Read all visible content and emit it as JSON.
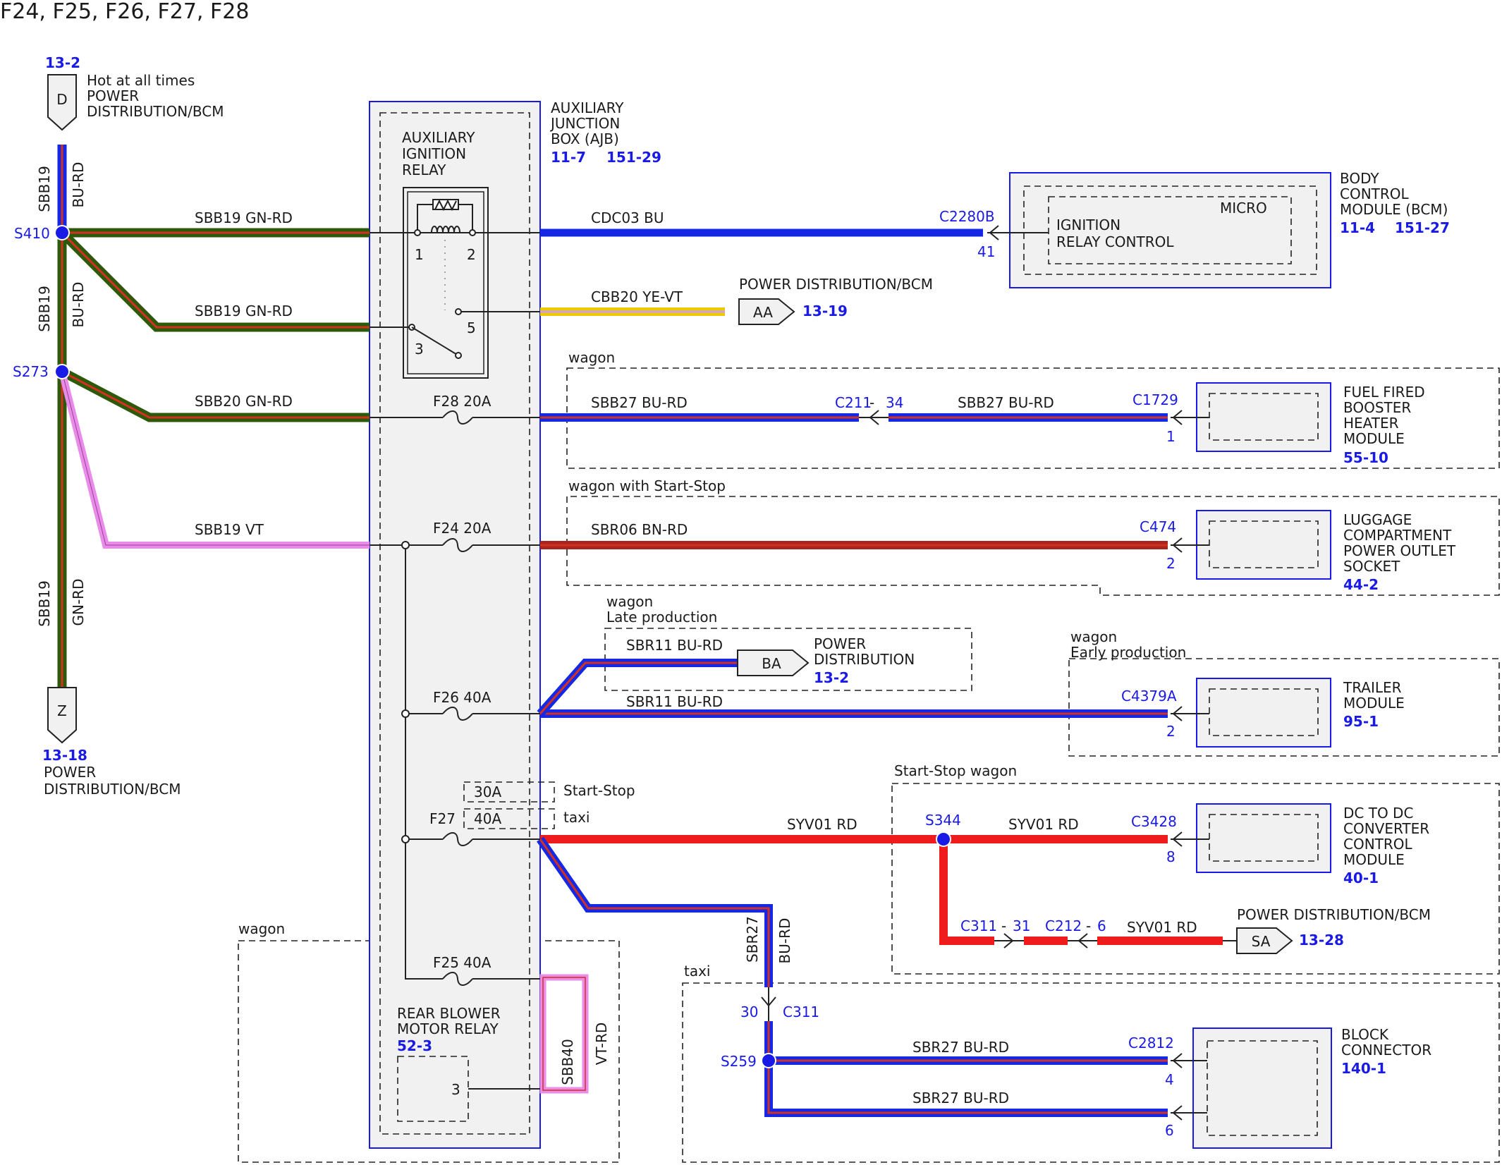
{
  "title": "F24, F25, F26, F27, F28",
  "colors": {
    "wire_blue": "#1428e6",
    "wire_green": "#2d5a0a",
    "wire_stripe_red": "#d23020",
    "wire_violet": "#e98be8",
    "wire_yellow": "#f0c800",
    "wire_red": "#ee1c1c",
    "wire_brown": "#a9241f",
    "ref_blue": "#1a1ae6",
    "box_fill": "#f1f1f1"
  },
  "connectors": {
    "d": {
      "ref": "13-2",
      "pin": "D",
      "desc1": "Hot at all times",
      "desc2": "POWER",
      "desc3": "DISTRIBUTION/BCM"
    },
    "z": {
      "ref": "13-18",
      "pin": "Z",
      "desc1": "POWER",
      "desc2": "DISTRIBUTION/BCM"
    },
    "aa": {
      "pin": "AA",
      "label": "POWER DISTRIBUTION/BCM",
      "ref": "13-19"
    },
    "ba": {
      "pin": "BA",
      "label1": "POWER",
      "label2": "DISTRIBUTION",
      "ref": "13-2"
    },
    "sa": {
      "pin": "SA",
      "label": "POWER DISTRIBUTION/BCM",
      "ref": "13-28"
    }
  },
  "splices": {
    "s410": "S410",
    "s273": "S273",
    "s344": "S344",
    "s259": "S259"
  },
  "wires": {
    "v1_circuit": "SBB19",
    "v1_color": "BU-RD",
    "v2_circuit": "SBB19",
    "v2_color": "BU-RD",
    "v3_circuit": "SBB19",
    "v3_color": "GN-RD",
    "w1": "SBB19  GN-RD",
    "w2": "SBB19  GN-RD",
    "w3": "SBB20  GN-RD",
    "w4": "SBB19  VT",
    "cdc03": "CDC03  BU",
    "cbb20": "CBB20  YE-VT",
    "sbb27a": "SBB27  BU-RD",
    "sbb27b": "SBB27  BU-RD",
    "sbr06": "SBR06  BN-RD",
    "sbr11a": "SBR11  BU-RD",
    "sbr11b": "SBR11  BU-RD",
    "syv01a": "SYV01  RD",
    "syv01b": "SYV01  RD",
    "syv01c": "SYV01  RD",
    "sbr27v_circuit": "SBR27",
    "sbr27v_color": "BU-RD",
    "sbr27c": "SBR27  BU-RD",
    "sbr27d": "SBR27  BU-RD",
    "sbb40_circuit": "SBB40",
    "sbb40_color": "VT-RD"
  },
  "ajb": {
    "name1": "AUXILIARY",
    "name2": "JUNCTION",
    "name3": "BOX (AJB)",
    "ref1": "11-7",
    "ref2": "151-29",
    "relay1": "AUXILIARY",
    "relay2": "IGNITION",
    "relay3": "RELAY",
    "pin1": "1",
    "pin2": "2",
    "pin3": "3",
    "pin5": "5",
    "f28": "F28  20A",
    "f24": "F24  20A",
    "f26": "F26  40A",
    "f27": "F27",
    "f27_30": "30A",
    "f27_40": "40A",
    "f27_note1": "Start-Stop",
    "f27_note2": "taxi",
    "f25": "F25  40A",
    "rbm1": "REAR BLOWER",
    "rbm2": "MOTOR RELAY",
    "rbm_ref": "52-3",
    "rbm_pin": "3"
  },
  "bcm": {
    "name1": "BODY",
    "name2": "CONTROL",
    "name3": "MODULE (BCM)",
    "ref1": "11-4",
    "ref2": "151-27",
    "micro": "MICRO",
    "ctrl1": "IGNITION",
    "ctrl2": "RELAY CONTROL",
    "conn": "C2280B",
    "pin": "41"
  },
  "fuel": {
    "zone": "wagon",
    "c211": "C211",
    "c211_pin": "34",
    "conn": "C1729",
    "pin": "1",
    "name1": "FUEL FIRED",
    "name2": "BOOSTER",
    "name3": "HEATER",
    "name4": "MODULE",
    "ref": "55-10"
  },
  "luggage": {
    "zone": "wagon with Start-Stop",
    "conn": "C474",
    "pin": "2",
    "name1": "LUGGAGE",
    "name2": "COMPARTMENT",
    "name3": "POWER OUTLET",
    "name4": "SOCKET",
    "ref": "44-2"
  },
  "late": {
    "zone1": "wagon",
    "zone2": "Late production"
  },
  "trailer": {
    "zone1": "wagon",
    "zone2": "Early production",
    "conn": "C4379A",
    "pin": "2",
    "name1": "TRAILER",
    "name2": "MODULE",
    "ref": "95-1"
  },
  "dcdc": {
    "zone": "Start-Stop wagon",
    "conn": "C3428",
    "pin": "8",
    "name1": "DC TO DC",
    "name2": "CONVERTER",
    "name3": "CONTROL",
    "name4": "MODULE",
    "ref": "40-1",
    "c311": "C311",
    "c311_pin": "31",
    "c212": "C212",
    "c212_pin": "6"
  },
  "wagon_zone": "wagon",
  "taxi": {
    "zone": "taxi",
    "c311_pin": "30",
    "c311": "C311",
    "conn": "C2812",
    "pin4": "4",
    "pin6": "6",
    "name1": "BLOCK",
    "name2": "CONNECTOR",
    "ref": "140-1"
  }
}
